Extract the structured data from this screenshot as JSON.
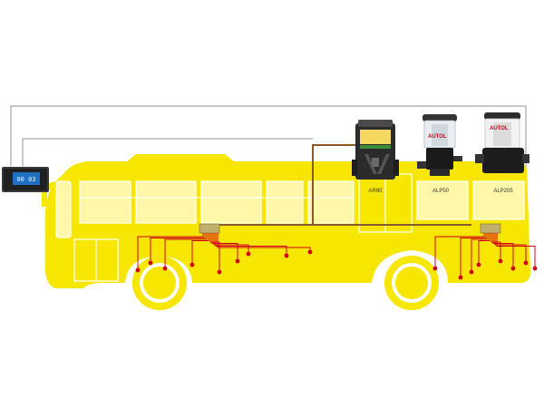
{
  "controller": {
    "display_text": "00 03",
    "icon": "lcd-controller-icon"
  },
  "pumps": [
    {
      "id": "ar60",
      "label": "AR60",
      "icon": "pump-ar60-icon"
    },
    {
      "id": "alp50",
      "label": "ALP50",
      "icon": "pump-alp50-icon",
      "brand": "AUTOL"
    },
    {
      "id": "alp205",
      "label": "ALP205",
      "icon": "pump-alp205-icon",
      "brand": "AUTOL"
    }
  ],
  "colors": {
    "bus_body": "#f7e600",
    "signal_line": "#a8a8a8",
    "main_pipe": "#8a5a2b",
    "feed_line": "#d0021b",
    "lube_point": "#d0021b"
  },
  "lube_groups": [
    {
      "name": "front-distributor-group",
      "points": 8
    },
    {
      "name": "rear-distributor-group",
      "points": 8
    }
  ]
}
